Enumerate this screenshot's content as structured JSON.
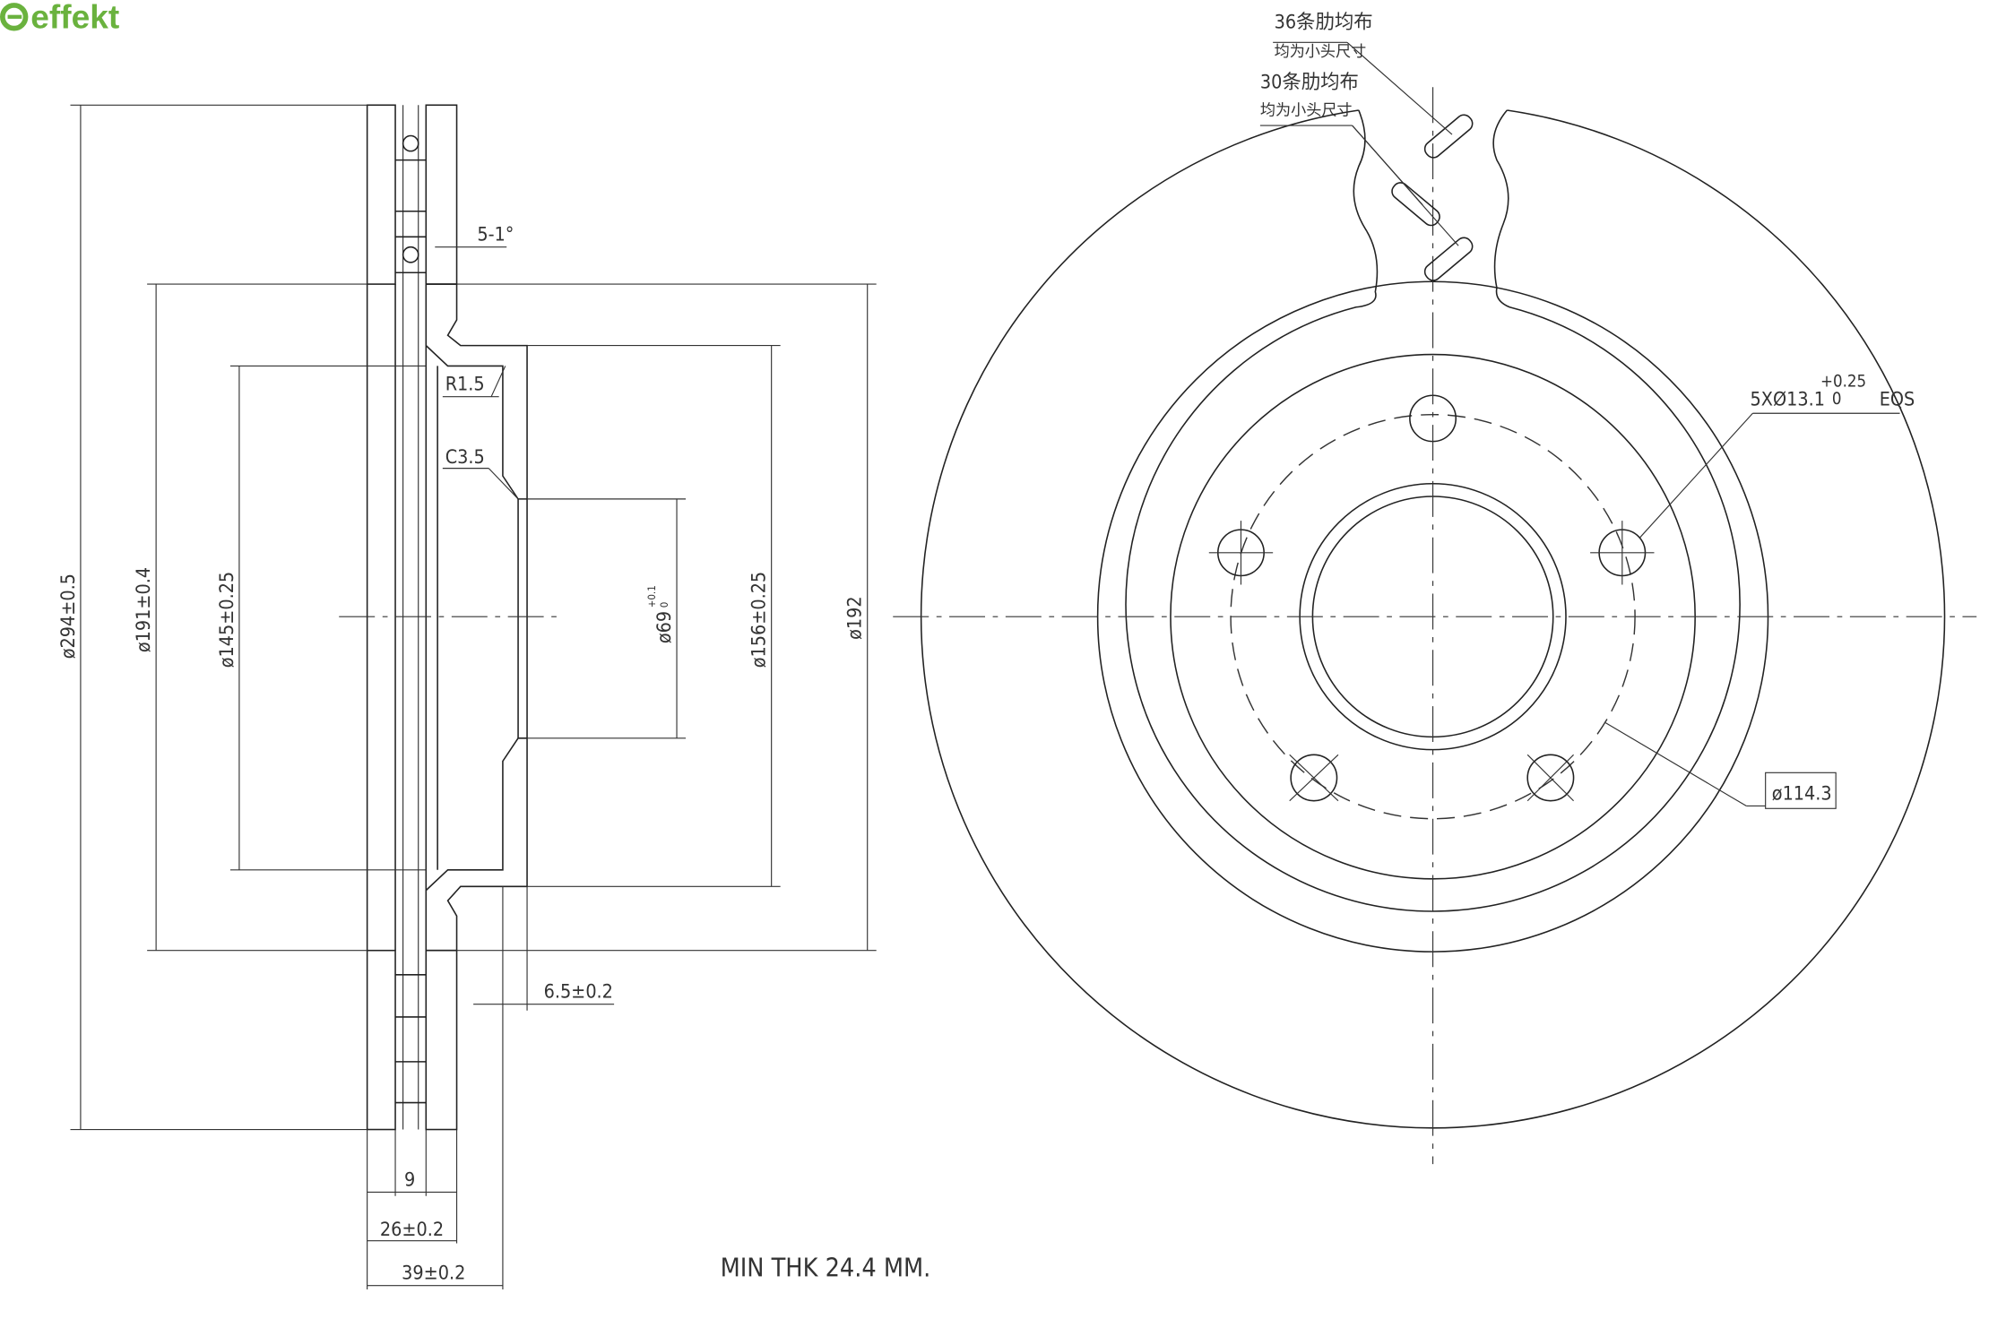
{
  "logo": {
    "text": "effekt",
    "color": "#6ab23e"
  },
  "side_view": {
    "dims": {
      "d294": "ø294±0.5",
      "d191": "ø191±0.4",
      "d145": "ø145±0.25",
      "d69": "ø69",
      "d69_tol_upper": "+0.1",
      "d69_tol_lower": "0",
      "d156": "ø156±0.25",
      "d192": "ø192",
      "angle": "5-1°",
      "r15": "R1.5",
      "c35": "C3.5",
      "t65": "6.5±0.2",
      "w9": "9",
      "w26": "26±0.2",
      "w39": "39±0.2"
    },
    "min_thickness": "MIN THK 24.4 MM."
  },
  "front_view": {
    "note_36_line1": "36条肋均布",
    "note_36_line2": "均为小头尺寸",
    "note_30_line1": "30条肋均布",
    "note_30_line2": "均为小头尺寸",
    "bolt_holes": "5XØ13.1",
    "bolt_tol_upper": "+0.25",
    "bolt_tol_lower": "0",
    "bolt_eqs": "EQS",
    "pcd": "ø114.3"
  }
}
